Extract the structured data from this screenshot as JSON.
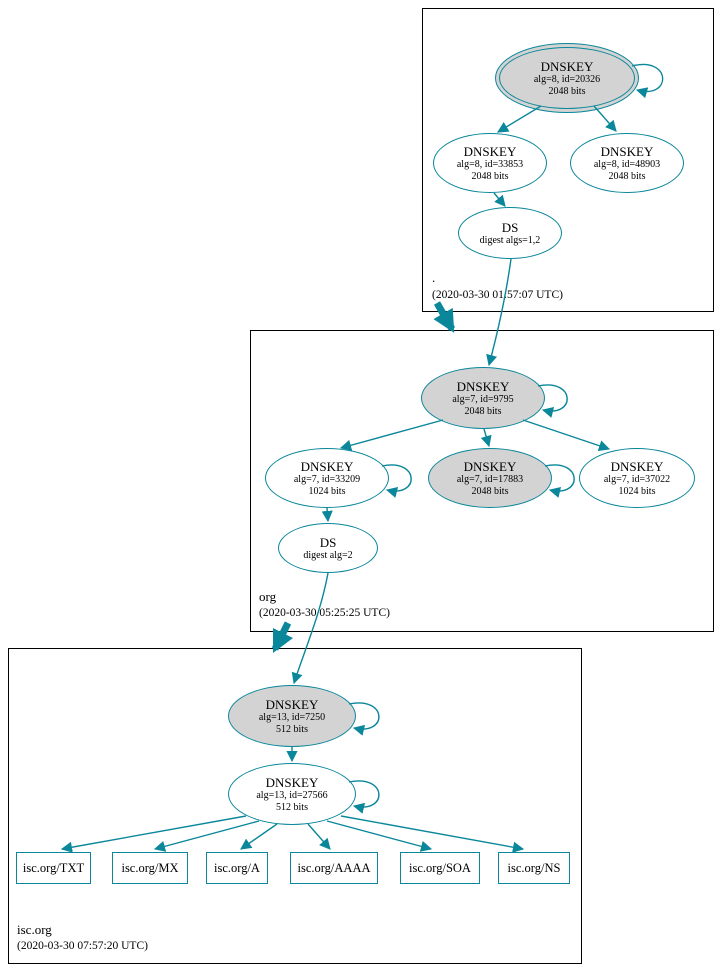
{
  "colors": {
    "accent_teal": "#0a879a",
    "ksk_fill": "#d3d3d3",
    "node_fill": "#ffffff",
    "cluster_border": "#000000"
  },
  "zones": {
    "root": {
      "label": ".",
      "timestamp": "(2020-03-30 01:57:07 UTC)",
      "ksk": {
        "title": "DNSKEY",
        "alg": "alg=8, id=20326",
        "bits": "2048 bits"
      },
      "zsk1": {
        "title": "DNSKEY",
        "alg": "alg=8, id=33853",
        "bits": "2048 bits"
      },
      "zsk2": {
        "title": "DNSKEY",
        "alg": "alg=8, id=48903",
        "bits": "2048 bits"
      },
      "ds": {
        "title": "DS",
        "digest": "digest algs=1,2"
      }
    },
    "org": {
      "label": "org",
      "timestamp": "(2020-03-30 05:25:25 UTC)",
      "ksk": {
        "title": "DNSKEY",
        "alg": "alg=7, id=9795",
        "bits": "2048 bits"
      },
      "zsk": {
        "title": "DNSKEY",
        "alg": "alg=7, id=33209",
        "bits": "1024 bits"
      },
      "key17883": {
        "title": "DNSKEY",
        "alg": "alg=7, id=17883",
        "bits": "2048 bits"
      },
      "key37022": {
        "title": "DNSKEY",
        "alg": "alg=7, id=37022",
        "bits": "1024 bits"
      },
      "ds": {
        "title": "DS",
        "digest": "digest alg=2"
      }
    },
    "isc": {
      "label": "isc.org",
      "timestamp": "(2020-03-30 07:57:20 UTC)",
      "ksk": {
        "title": "DNSKEY",
        "alg": "alg=13, id=7250",
        "bits": "512 bits"
      },
      "zsk": {
        "title": "DNSKEY",
        "alg": "alg=13, id=27566",
        "bits": "512 bits"
      },
      "records": [
        "isc.org/TXT",
        "isc.org/MX",
        "isc.org/A",
        "isc.org/AAAA",
        "isc.org/SOA",
        "isc.org/NS"
      ]
    }
  }
}
